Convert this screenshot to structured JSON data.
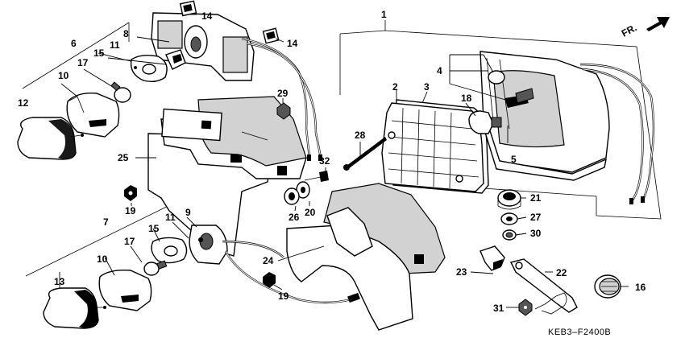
{
  "diagram": {
    "direction_label": "FR.",
    "drawing_code": "KEB3–F2400B",
    "callouts": [
      {
        "id": "c1",
        "text": "1"
      },
      {
        "id": "c2",
        "text": "2"
      },
      {
        "id": "c3",
        "text": "3"
      },
      {
        "id": "c4",
        "text": "4"
      },
      {
        "id": "c5",
        "text": "5"
      },
      {
        "id": "c6",
        "text": "6"
      },
      {
        "id": "c7",
        "text": "7"
      },
      {
        "id": "c8",
        "text": "8"
      },
      {
        "id": "c9",
        "text": "9"
      },
      {
        "id": "c10a",
        "text": "10"
      },
      {
        "id": "c10b",
        "text": "10"
      },
      {
        "id": "c11a",
        "text": "11"
      },
      {
        "id": "c11b",
        "text": "11"
      },
      {
        "id": "c12",
        "text": "12"
      },
      {
        "id": "c13",
        "text": "13"
      },
      {
        "id": "c14a",
        "text": "14"
      },
      {
        "id": "c14b",
        "text": "14"
      },
      {
        "id": "c15a",
        "text": "15"
      },
      {
        "id": "c15b",
        "text": "15"
      },
      {
        "id": "c16",
        "text": "16"
      },
      {
        "id": "c17a",
        "text": "17"
      },
      {
        "id": "c17b",
        "text": "17"
      },
      {
        "id": "c18",
        "text": "18"
      },
      {
        "id": "c19a",
        "text": "19"
      },
      {
        "id": "c19b",
        "text": "19"
      },
      {
        "id": "c20",
        "text": "20"
      },
      {
        "id": "c21",
        "text": "21"
      },
      {
        "id": "c22",
        "text": "22"
      },
      {
        "id": "c23",
        "text": "23"
      },
      {
        "id": "c24",
        "text": "24"
      },
      {
        "id": "c25",
        "text": "25"
      },
      {
        "id": "c26",
        "text": "26"
      },
      {
        "id": "c27",
        "text": "27"
      },
      {
        "id": "c28",
        "text": "28"
      },
      {
        "id": "c29",
        "text": "29"
      },
      {
        "id": "c30",
        "text": "30"
      },
      {
        "id": "c31",
        "text": "31"
      },
      {
        "id": "c32",
        "text": "32"
      }
    ]
  }
}
